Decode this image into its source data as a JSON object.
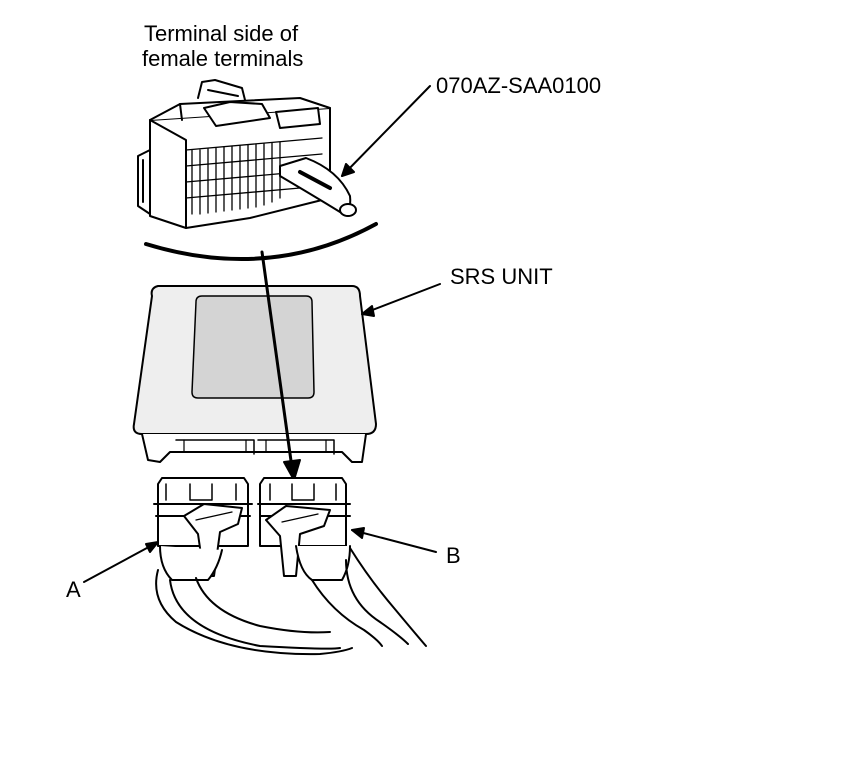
{
  "labels": {
    "terminal_side_line1": "Terminal side of",
    "terminal_side_line2": "female terminals",
    "tool_part_number": "070AZ-SAA0100",
    "srs_unit": "SRS UNIT",
    "connector_a": "A",
    "connector_b": "B"
  },
  "colors": {
    "line": "#000000",
    "body_fill": "#eeeeee",
    "window_fill": "#d4d4d4",
    "background": "#ffffff"
  }
}
